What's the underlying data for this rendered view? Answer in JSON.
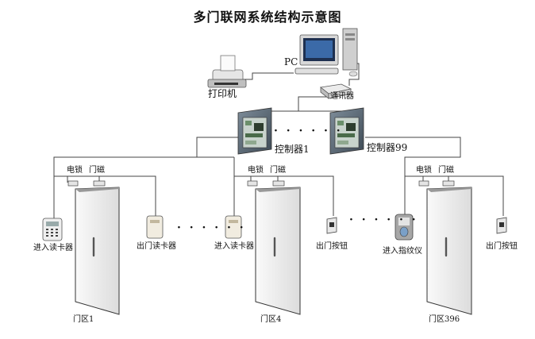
{
  "title": "多门联网系统结构示意图",
  "pc_label": "PC",
  "printer_label": "打印机",
  "comm_label": "通讯器",
  "controllers": [
    {
      "label": "控制器1"
    },
    {
      "label": "控制器99"
    }
  ],
  "ellipsis": "· · · · · ·",
  "zones": [
    {
      "lock": "电锁",
      "sensor": "门磁",
      "reader_in": "进入读卡器",
      "reader_out": "出门读卡器",
      "name": "门区1"
    },
    {
      "lock": "电锁",
      "sensor": "门磁",
      "reader_in": "进入读卡器",
      "reader_out": "出门按钮",
      "name": "门区4"
    },
    {
      "lock": "电锁",
      "sensor": "门磁",
      "reader_in": "进入指纹仪",
      "reader_out": "出门按钮",
      "name": "门区396"
    }
  ],
  "colors": {
    "line": "#444444",
    "door": "#f2f2f2",
    "controller": "#5a6a78"
  }
}
